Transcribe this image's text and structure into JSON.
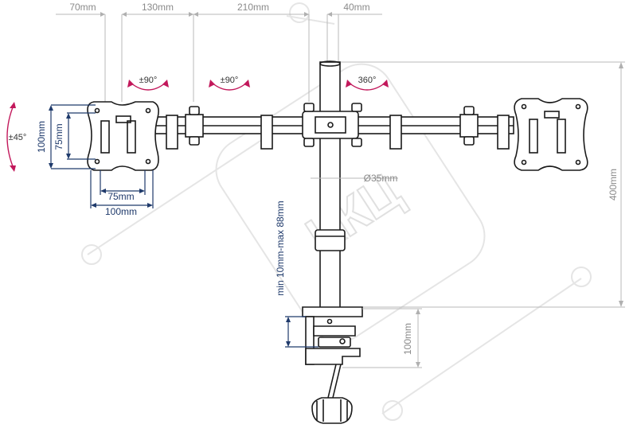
{
  "dimensions": {
    "top_70": "70mm",
    "top_130": "130mm",
    "top_210": "210mm",
    "top_40": "40mm",
    "vesa_75_vertical": "75mm",
    "vesa_100_vertical": "100mm",
    "vesa_75_horizontal": "75mm",
    "vesa_100_horizontal": "100mm",
    "pole_diameter": "Ø35mm",
    "height_400": "400mm",
    "clamp_range": "min 10mm-max 88mm",
    "clamp_depth": "100mm"
  },
  "rotations": {
    "tilt": "±45°",
    "arm_swivel_left": "±90°",
    "arm_swivel_right": "±90°",
    "pole_rotate": "360°"
  },
  "watermark": {
    "text": "ККЦ"
  },
  "colors": {
    "rotation_arrow": "#c2185b",
    "vesa_dimension": "#1f3a6b",
    "dimension_line": "#b8b8b8"
  }
}
